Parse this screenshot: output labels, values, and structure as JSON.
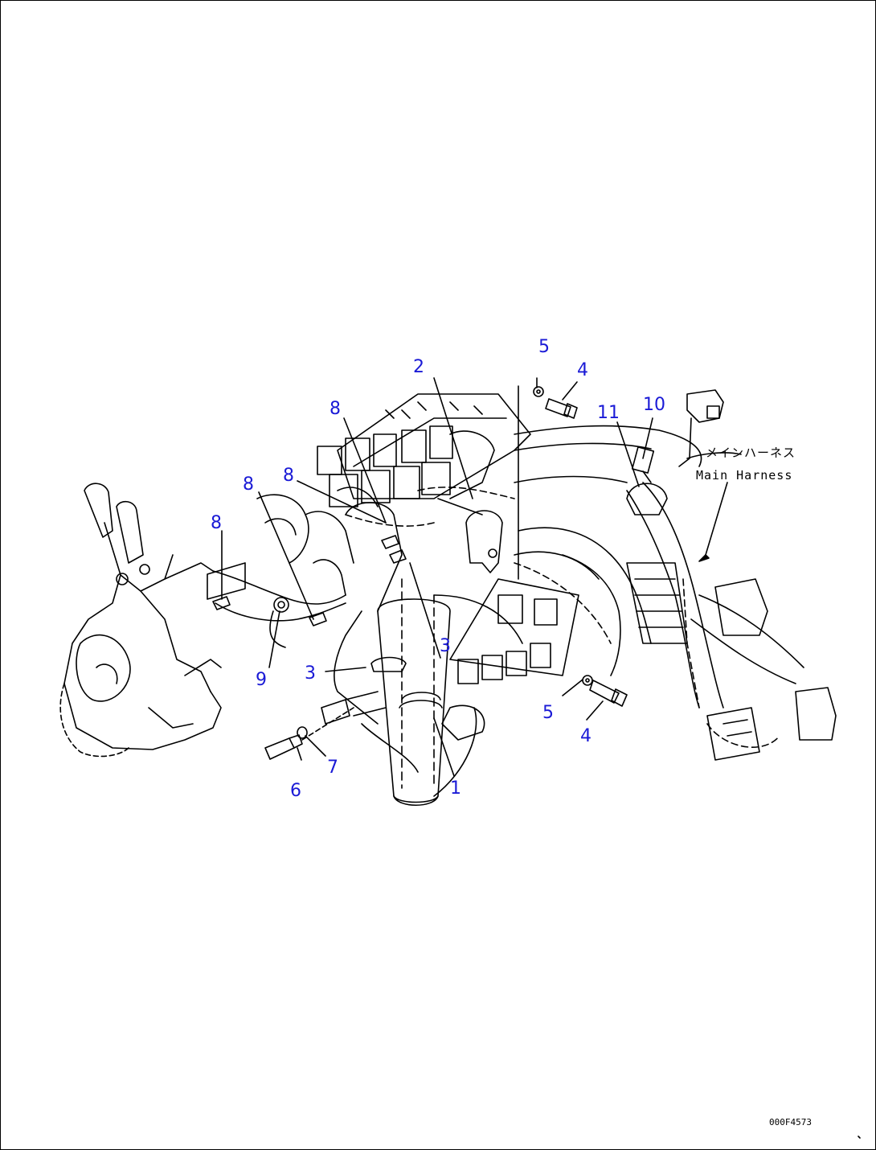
{
  "callouts": {
    "c1": "1",
    "c2": "2",
    "c3a": "3",
    "c3b": "3",
    "c4a": "4",
    "c4b": "4",
    "c5a": "5",
    "c5b": "5",
    "c6": "6",
    "c7": "7",
    "c8a": "8",
    "c8b": "8",
    "c8c": "8",
    "c8d": "8",
    "c9": "9",
    "c10": "10",
    "c11": "11"
  },
  "harness_label": {
    "japanese": "メインハーネス",
    "english": "Main Harness"
  },
  "drawing_id": "000F4573",
  "colors": {
    "callout": "#1a1ad6",
    "linework": "#000000",
    "background": "#ffffff"
  }
}
